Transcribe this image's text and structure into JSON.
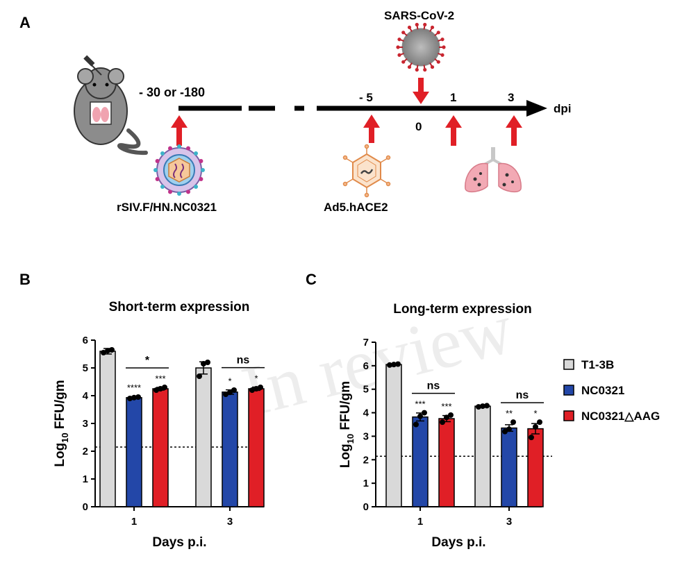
{
  "panels": {
    "a": "A",
    "b": "B",
    "c": "C"
  },
  "timeline": {
    "virus_label": "SARS-CoV-2",
    "vaccine_label": "rSIV.F/HN.NC0321",
    "ad5_label": "Ad5.hACE2",
    "unit": "dpi",
    "points": [
      "- 30 or -180",
      "- 5",
      "0",
      "1",
      "3"
    ]
  },
  "watermark": "In review",
  "legend": [
    {
      "name": "T1-3B",
      "color": "#d9d9d9"
    },
    {
      "name": "NC0321",
      "color": "#2347a8"
    },
    {
      "name": "NC0321△AAG",
      "color": "#e01f26"
    }
  ],
  "chart_data": [
    {
      "type": "bar",
      "title": "Short-term expression",
      "xlabel": "Days p.i.",
      "ylabel": "Log10 FFU/gm",
      "ylabel_main": "Log",
      "ylabel_sub": "10",
      "ylabel_rest": " FFU/gm",
      "categories": [
        "1",
        "3"
      ],
      "ylim": [
        0,
        6
      ],
      "yticks": [
        "0",
        "1",
        "2",
        "3",
        "4",
        "5",
        "6"
      ],
      "detection_limit": 2.15,
      "series": [
        {
          "name": "T1-3B",
          "values": [
            5.6,
            5.0
          ],
          "errors": [
            0.1,
            0.22
          ],
          "points": [
            [
              5.55,
              5.62,
              5.65
            ],
            [
              4.7,
              5.15,
              5.2
            ]
          ],
          "stars": [
            "",
            ""
          ]
        },
        {
          "name": "NC0321",
          "values": [
            3.93,
            4.13
          ],
          "errors": [
            0.04,
            0.08
          ],
          "points": [
            [
              3.9,
              3.93,
              3.95
            ],
            [
              4.05,
              4.12,
              4.2
            ]
          ],
          "stars": [
            "****",
            "*"
          ]
        },
        {
          "name": "NC0321△AAG",
          "values": [
            4.25,
            4.25
          ],
          "errors": [
            0.05,
            0.06
          ],
          "points": [
            [
              4.2,
              4.25,
              4.3
            ],
            [
              4.2,
              4.25,
              4.3
            ]
          ],
          "stars": [
            "***",
            "*"
          ]
        }
      ],
      "comparisons": [
        "*",
        "ns"
      ]
    },
    {
      "type": "bar",
      "title": "Long-term expression",
      "xlabel": "Days p.i.",
      "ylabel": "Log10 FFU/gm",
      "ylabel_main": "Log",
      "ylabel_sub": "10",
      "ylabel_rest": " FFU/gm",
      "categories": [
        "1",
        "3"
      ],
      "ylim": [
        0,
        7
      ],
      "yticks": [
        "0",
        "1",
        "2",
        "3",
        "4",
        "5",
        "6",
        "7"
      ],
      "detection_limit": 2.15,
      "series": [
        {
          "name": "T1-3B",
          "values": [
            6.05,
            4.28
          ],
          "errors": [
            0.02,
            0.02
          ],
          "points": [
            [
              6.03,
              6.05,
              6.07
            ],
            [
              4.25,
              4.28,
              4.3
            ]
          ],
          "stars": [
            "",
            ""
          ]
        },
        {
          "name": "NC0321",
          "values": [
            3.82,
            3.35
          ],
          "errors": [
            0.17,
            0.14
          ],
          "points": [
            [
              3.5,
              3.85,
              4.0
            ],
            [
              3.2,
              3.3,
              3.6
            ]
          ],
          "stars": [
            "***",
            "**"
          ]
        },
        {
          "name": "NC0321△AAG",
          "values": [
            3.75,
            3.32
          ],
          "errors": [
            0.13,
            0.22
          ],
          "points": [
            [
              3.6,
              3.8,
              3.9
            ],
            [
              2.95,
              3.4,
              3.6
            ]
          ],
          "stars": [
            "***",
            "*"
          ]
        }
      ],
      "comparisons": [
        "ns",
        "ns"
      ]
    }
  ]
}
